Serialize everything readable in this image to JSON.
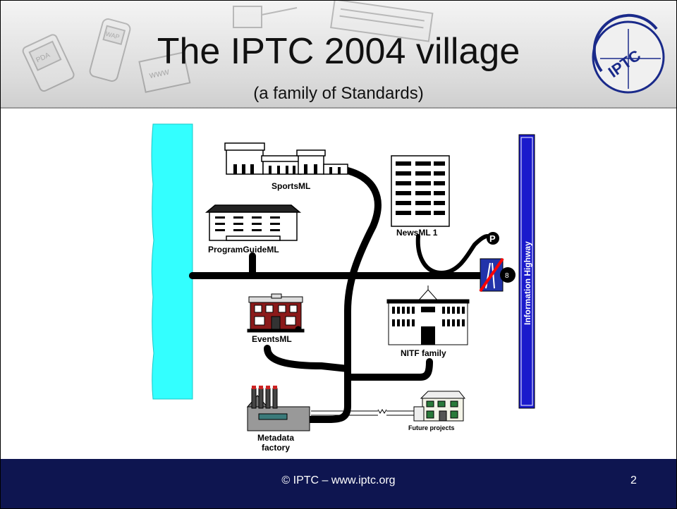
{
  "title": "The IPTC 2004 village",
  "subtitle": "(a family of Standards)",
  "buildings": {
    "sportsml": "SportsML",
    "programguideml": "ProgramGuideML",
    "newsml": "NewsML 1",
    "eventsml": "EventsML",
    "nitf": "NITF family",
    "metadata_line1": "Metadata",
    "metadata_line2": "factory",
    "future": "Future projects"
  },
  "highway": {
    "label": "Information Highway",
    "exit_number": "8"
  },
  "parking_label": "P",
  "header_icons": {
    "pda": "PDA",
    "wap": "WAP",
    "www": "WWW"
  },
  "logo_text": "IPTC",
  "footer": {
    "text": "© IPTC – www.iptc.org",
    "page_number": "2"
  },
  "colors": {
    "footer_bg": "#0e1550",
    "river": "#33ffff",
    "highway": "#1a1acc",
    "sign_bg": "#2233aa",
    "no_entry": "#ff0000"
  }
}
